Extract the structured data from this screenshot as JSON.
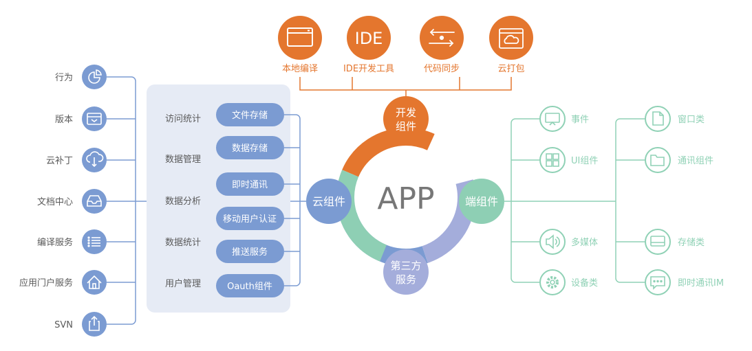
{
  "center": {
    "title": "APP"
  },
  "segments": {
    "dev": "开发\n组件",
    "cloud": "云组件",
    "terminal": "端组件",
    "third_party": "第三方\n服务"
  },
  "top_tools": [
    {
      "label": "本地编译",
      "icon": "window-icon"
    },
    {
      "label": "IDE开发工具",
      "icon": "ide-icon",
      "icon_text": "IDE"
    },
    {
      "label": "代码同步",
      "icon": "sync-arrows-icon"
    },
    {
      "label": "云打包",
      "icon": "cloud-package-icon"
    }
  ],
  "left_items": [
    {
      "label": "行为",
      "icon": "pie-chart-icon"
    },
    {
      "label": "版本",
      "icon": "version-box-icon"
    },
    {
      "label": "云补丁",
      "icon": "cloud-download-icon"
    },
    {
      "label": "文档中心",
      "icon": "inbox-icon"
    },
    {
      "label": "编译服务",
      "icon": "list-icon"
    },
    {
      "label": "应用门户服务",
      "icon": "home-icon"
    },
    {
      "label": "SVN",
      "icon": "share-icon"
    }
  ],
  "cloud_panel": {
    "left_labels": [
      "访问统计",
      "数据管理",
      "数据分析",
      "数据统计",
      "用户管理"
    ],
    "pills": [
      "文件存储",
      "数据存储",
      "即时通讯",
      "移动用户认证",
      "推送服务",
      "Oauth组件"
    ]
  },
  "terminal_left": [
    {
      "label": "事件",
      "icon": "screen-icon"
    },
    {
      "label": "UI组件",
      "icon": "grid-icon"
    },
    {
      "label": "多媒体",
      "icon": "speaker-icon"
    },
    {
      "label": "设备类",
      "icon": "gear-icon"
    }
  ],
  "terminal_right": [
    {
      "label": "窗口类",
      "icon": "document-icon"
    },
    {
      "label": "通讯组件",
      "icon": "folder-icon"
    },
    {
      "label": "存储类",
      "icon": "drive-icon"
    },
    {
      "label": "即时通讯IM",
      "icon": "chat-icon"
    }
  ],
  "colors": {
    "orange": "#e4762e",
    "blue": "#7b9bd2",
    "blue_dark": "#6a8bc7",
    "teal": "#8ecfb4",
    "teal_line": "#8fd1b5",
    "lavender": "#a4addb",
    "panel": "#e6ebf5",
    "gray_text": "#5a5a5a",
    "center_text": "#777777"
  }
}
